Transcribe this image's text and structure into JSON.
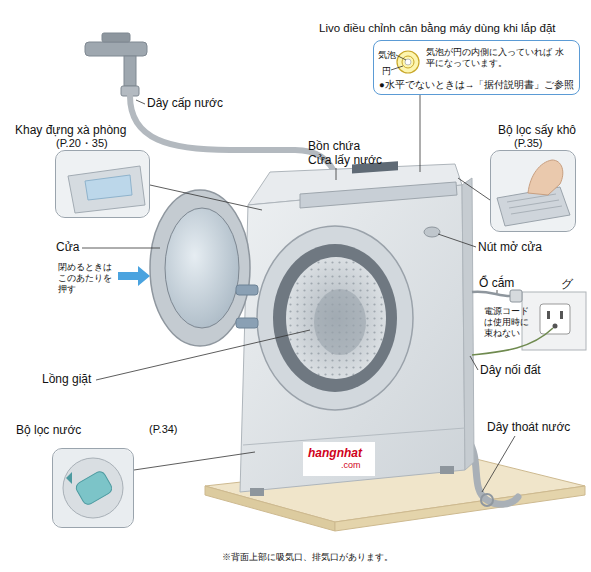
{
  "diagram": {
    "caption": "※背面上部に吸気口、排気口があります。",
    "nodes": [
      {
        "text": [
          "Livo điều chỉnh cân bằng máy dùng khi lắp đặt",
          "気泡",
          "円",
          "気泡が円の内側に入っていれば 水平になっています。",
          "●水平でないときは→「据付説明書」ご参照"
        ]
      },
      {
        "text": [
          "Khay đựng xà phòng",
          "(P.20・35)"
        ]
      },
      {
        "text": [
          "Bộ lọc sấy khô",
          "(P.35)"
        ]
      },
      {
        "text": [
          "Bộ lọc nước",
          "(P.34)"
        ]
      },
      {
        "text": [
          "hangnhat",
          ".com"
        ]
      }
    ],
    "labels": [
      "Dây cấp nước",
      "Bồn chứa",
      "Cửa lấy nước",
      "Cửa",
      "閉めるときはこのあたりを押す",
      "Nút mở cửa",
      "Ổ cắm",
      "グ",
      "電源コードは使用時に束ねない",
      "Dây nối đất",
      "Lồng giặt",
      "Dây thoát nước"
    ]
  }
}
